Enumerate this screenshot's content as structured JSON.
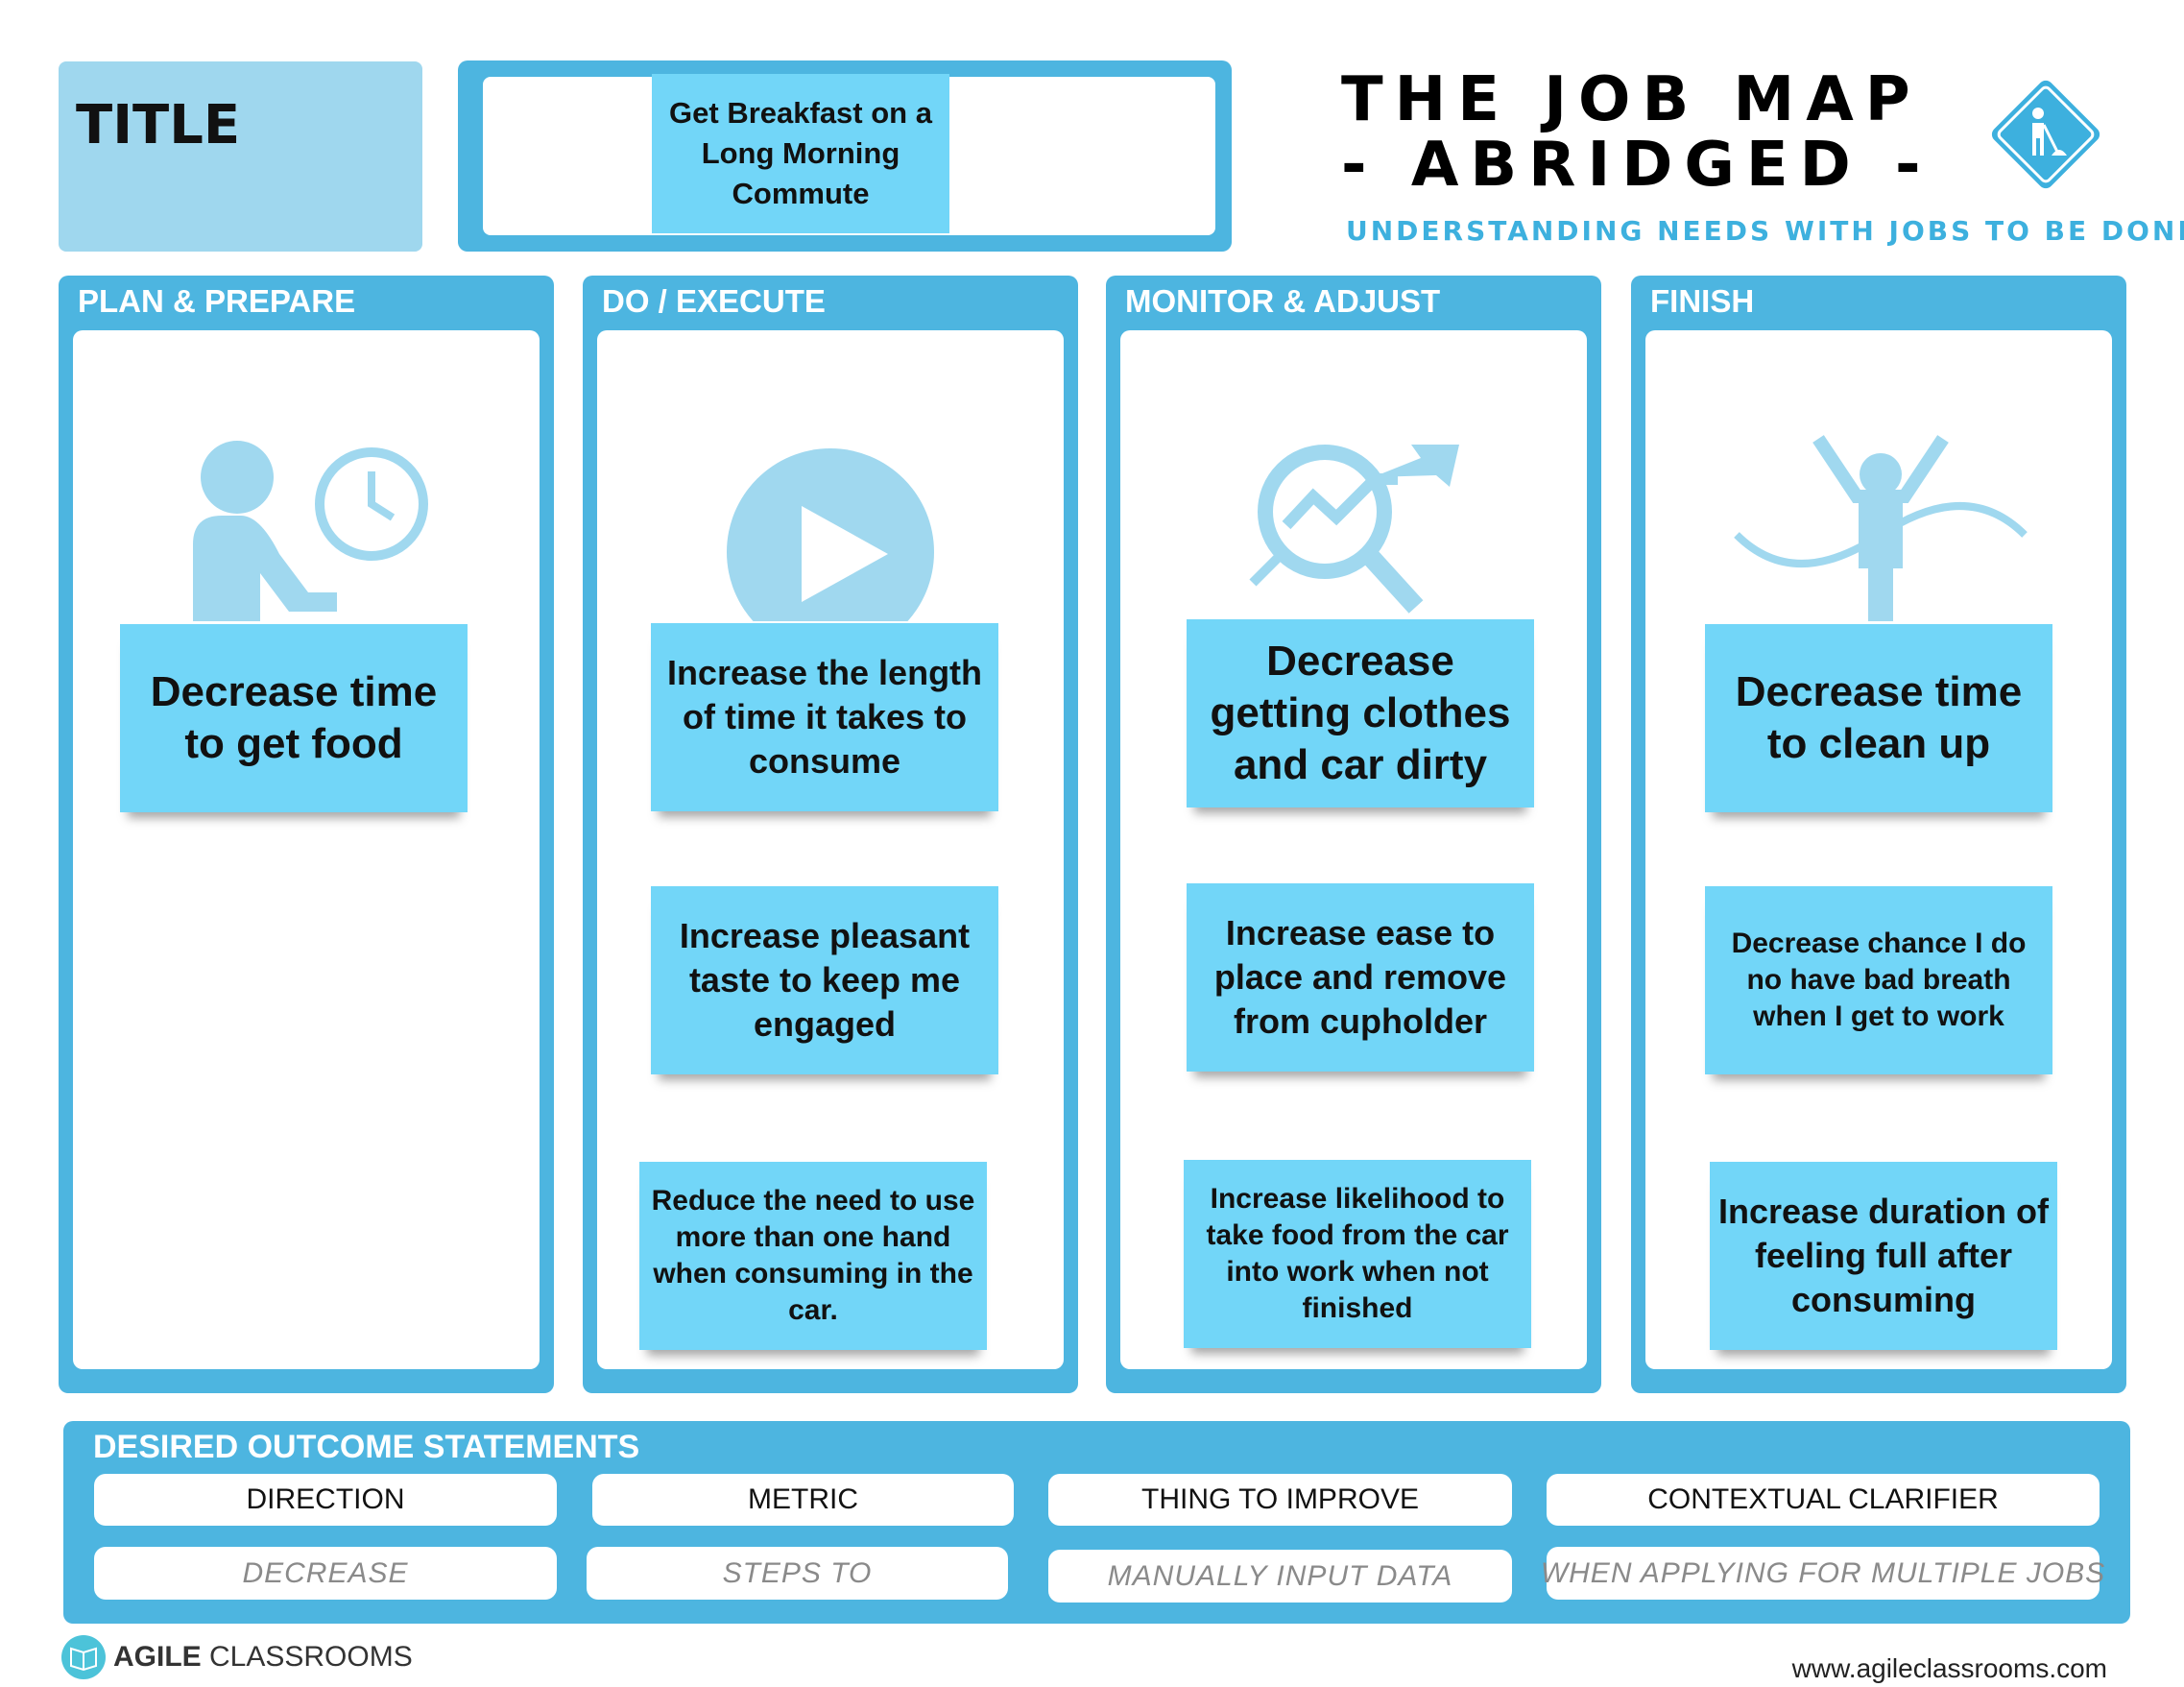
{
  "title_label": "TITLE",
  "job": "Get Breakfast on a Long Morning Commute",
  "brand": {
    "line1": "THE JOB MAP",
    "line2": "- ABRIDGED -",
    "subtitle": "UNDERSTANDING NEEDS WITH JOBS TO BE DONE"
  },
  "columns": [
    {
      "header": "PLAN & PREPARE",
      "icon": "person-clock-icon",
      "stickies": [
        "Decrease time to get  food"
      ]
    },
    {
      "header": "DO / EXECUTE",
      "icon": "play-icon",
      "stickies": [
        "Increase the length of time it takes to consume",
        "Increase pleasant taste to keep me engaged",
        "Reduce the need to use more than one hand when consuming in the car."
      ]
    },
    {
      "header": "MONITOR & ADJUST",
      "icon": "magnifier-chart-icon",
      "stickies": [
        "Decrease getting clothes and car dirty",
        "Increase ease to place and remove from cupholder",
        "Increase likelihood to take food from the car into work when not finished"
      ]
    },
    {
      "header": "FINISH",
      "icon": "finish-line-icon",
      "stickies": [
        "Decrease time to clean up",
        "Decrease chance I do no have bad breath when I get to work",
        "Increase duration of  feeling full after consuming"
      ]
    }
  ],
  "outcomes": {
    "header": "DESIRED OUTCOME STATEMENTS",
    "headers": [
      "DIRECTION",
      "METRIC",
      "THING TO IMPROVE",
      "CONTEXTUAL CLARIFIER"
    ],
    "examples": [
      "DECREASE",
      "STEPS TO",
      "MANUALLY INPUT DATA",
      "WHEN APPLYING FOR MULTIPLE JOBS"
    ]
  },
  "footer": {
    "brand_bold": "AGILE",
    "brand_rest": "CLASSROOMS",
    "website": "www.agileclassrooms.com"
  },
  "colors": {
    "panel": "#4db5e0",
    "sticky": "#72d6f8",
    "icon": "#a0d8ef"
  }
}
